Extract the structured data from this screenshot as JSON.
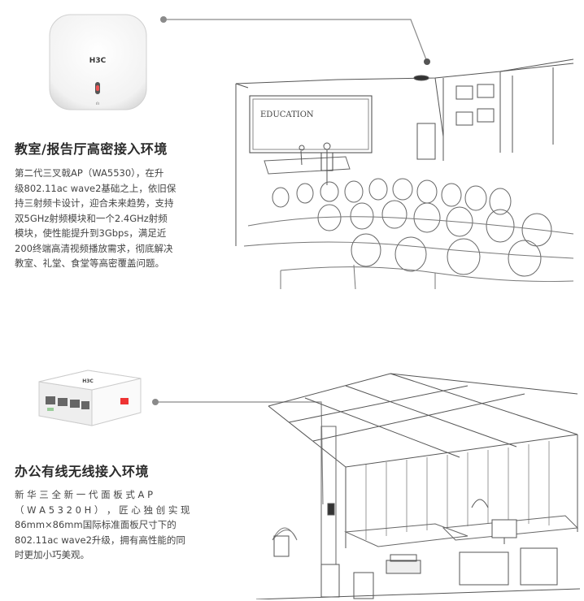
{
  "section_classroom": {
    "product_logo": "H3C",
    "scene_board_text": "EDUCATION",
    "heading": "教室/报告厅高密接入环境",
    "lines": [
      "第二代三叉戟AP（WA5530），在升",
      "级802.11ac wave2基础之上，依旧保",
      "持三射频卡设计，迎合未来趋势，支持",
      "双5GHz射频模块和一个2.4GHz射频",
      "模块，使性能提升到3Gbps，满足近",
      "200终端高清视频播放需求，彻底解决",
      "教室、礼堂、食堂等高密覆盖问题。"
    ]
  },
  "section_office": {
    "product_logo": "H3C",
    "heading": "办公有线无线接入环境",
    "lines": [
      "新 华 三 全 新 一 代 面 板 式 A P",
      "（ W A 5 3 2 0 H ） ， 匠 心 独 创 实 现",
      "86mm×86mm国际标准面板尺寸下的",
      "802.11ac wave2升级，拥有高性能的同",
      "时更加小巧美观。"
    ]
  },
  "colors": {
    "connector": "#8a8a8a",
    "heading": "#2b2b2b",
    "text": "#444444"
  }
}
